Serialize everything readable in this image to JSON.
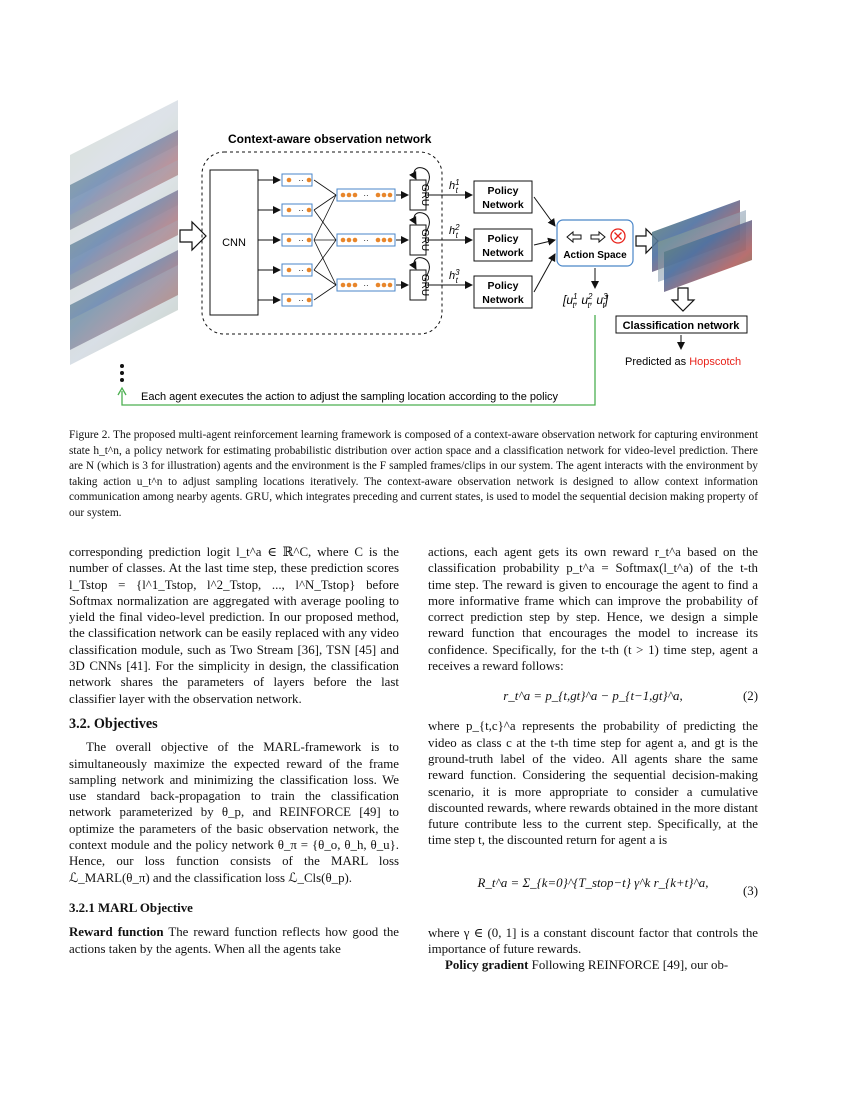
{
  "figure": {
    "title": "Context-aware observation network",
    "cnn_label": "CNN",
    "gru_labels": [
      "GRU",
      "GRU",
      "GRU"
    ],
    "hidden_labels": [
      "h",
      "h",
      "h"
    ],
    "hidden_sup": [
      "1",
      "2",
      "3"
    ],
    "hidden_sub": "t",
    "policy_labels": [
      [
        "Policy",
        "Network"
      ],
      [
        "Policy",
        "Network"
      ],
      [
        "Policy",
        "Network"
      ]
    ],
    "action_space_label": "Action Space",
    "actions_vector": "[u",
    "classification_label": "Classification network",
    "predicted_prefix": "Predicted as ",
    "predicted_class": "Hopscotch",
    "feedback_text": "Each agent executes the action to adjust the sampling location according to the policy",
    "feature_ellipsis": "··",
    "accent_red": "#e8231b",
    "accent_blue": "#4a86c8",
    "feedback_green": "#4caf50"
  },
  "caption": {
    "label": "Figure 2.",
    "text": " The proposed multi-agent reinforcement learning framework is composed of a context-aware observation network for capturing environment state h_t^n, a policy network for estimating probabilistic distribution over action space and a classification network for video-level prediction. There are N (which is 3 for illustration) agents and the environment is the F sampled frames/clips in our system. The agent interacts with the environment by taking action u_t^n to adjust sampling locations iteratively. The context-aware observation network is designed to allow context information communication among nearby agents. GRU, which integrates preceding and current states, is used to model the sequential decision making property of our system."
  },
  "left_col": {
    "p1": "corresponding prediction logit l_t^a ∈ ℝ^C, where C is the number of classes. At the last time step, these prediction scores l_Tstop = {l^1_Tstop, l^2_Tstop, ..., l^N_Tstop} before Softmax normalization are aggregated with average pooling to yield the final video-level prediction. In our proposed method, the classification network can be easily replaced with any video classification module, such as Two Stream [36], TSN [45] and 3D CNNs [41]. For the simplicity in design, the classification network shares the parameters of layers before the last classifier layer with the observation network.",
    "sec_title": "3.2. Objectives",
    "p2": "The overall objective of the MARL-framework is to simultaneously maximize the expected reward of the frame sampling network and minimizing the classification loss. We use standard back-propagation to train the classification network parameterized by θ_p, and REINFORCE [49] to optimize the parameters of the basic observation network, the context module and the policy network θ_π = {θ_o, θ_h, θ_u}. Hence, our loss function consists of the MARL loss ℒ_MARL(θ_π) and the classification loss ℒ_Cls(θ_p).",
    "subsec_title": "3.2.1   MARL Objective",
    "p3_head": "Reward function",
    "p3": " The reward function reflects how good the actions taken by the agents. When all the agents take"
  },
  "right_col": {
    "p1": "actions, each agent gets its own reward r_t^a based on the classification probability p_t^a = Softmax(l_t^a) of the t-th time step. The reward is given to encourage the agent to find a more informative frame which can improve the probability of correct prediction step by step. Hence, we design a simple reward function that encourages the model to increase its confidence. Specifically, for the t-th (t > 1) time step, agent a receives a reward follows:",
    "eq2": "r_t^a = p_{t,gt}^a − p_{t−1,gt}^a,",
    "eq2_num": "(2)",
    "p2": "where p_{t,c}^a represents the probability of predicting the video as class c at the t-th time step for agent a, and gt is the ground-truth label of the video. All agents share the same reward function. Considering the sequential decision-making scenario, it is more appropriate to consider a cumulative discounted rewards, where rewards obtained in the more distant future contribute less to the current step. Specifically, at the time step t, the discounted return for agent a is",
    "eq3": "R_t^a = Σ_{k=0}^{T_stop−t} γ^k r_{k+t}^a,",
    "eq3_num": "(3)",
    "p3": "where γ ∈ (0, 1] is a constant discount factor that controls the importance of future rewards.",
    "p4_head": "Policy gradient",
    "p4": " Following REINFORCE [49], our ob-"
  }
}
